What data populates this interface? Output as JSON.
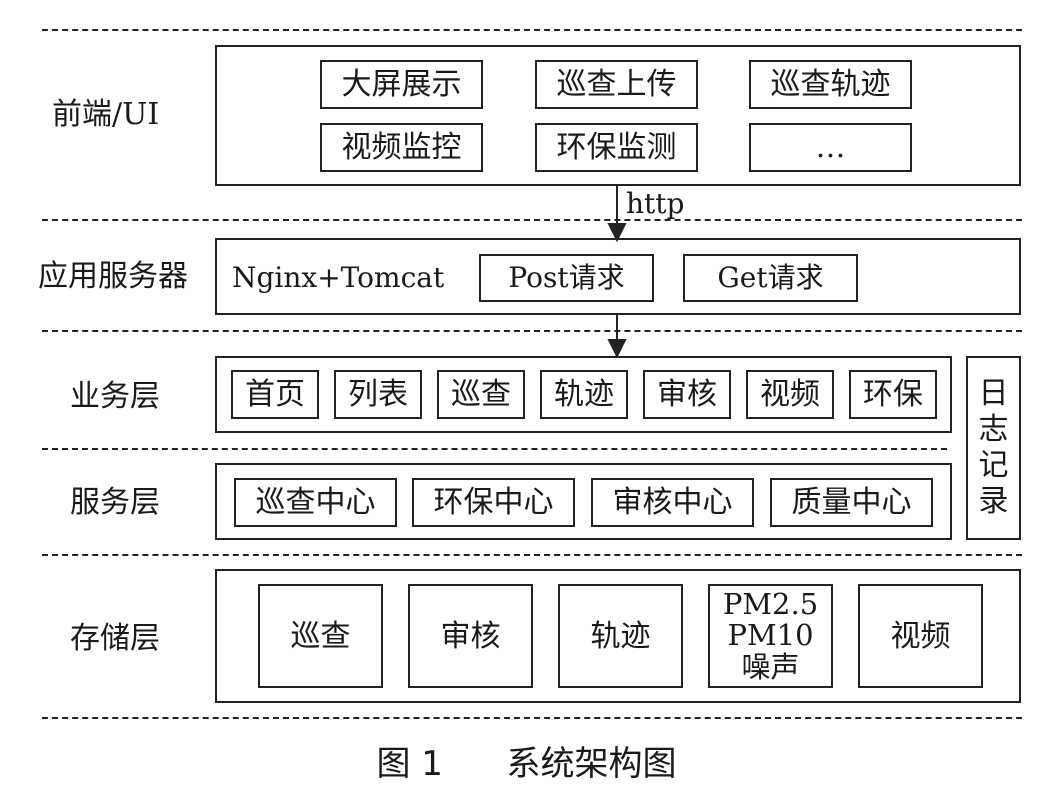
{
  "layers": {
    "frontend": {
      "label": "前端/UI",
      "modules": [
        "大屏展示",
        "巡查上传",
        "巡查轨迹",
        "视频监控",
        "环保监测",
        "…"
      ]
    },
    "protocol": "http",
    "app_server": {
      "label": "应用服务器",
      "stack": "Nginx+Tomcat",
      "requests": [
        "Post请求",
        "Get请求"
      ]
    },
    "business": {
      "label": "业务层",
      "modules": [
        "首页",
        "列表",
        "巡查",
        "轨迹",
        "审核",
        "视频",
        "环保"
      ]
    },
    "service": {
      "label": "服务层",
      "modules": [
        "巡查中心",
        "环保中心",
        "审核中心",
        "质量中心"
      ]
    },
    "log": {
      "label": [
        "日",
        "志",
        "记",
        "录"
      ]
    },
    "storage": {
      "label": "存储层",
      "modules": [
        "巡查",
        "审核",
        "轨迹",
        [
          "PM2.5",
          "PM10",
          "噪声"
        ],
        "视频"
      ]
    }
  },
  "caption": {
    "number": "图 1",
    "title": "系统架构图"
  }
}
